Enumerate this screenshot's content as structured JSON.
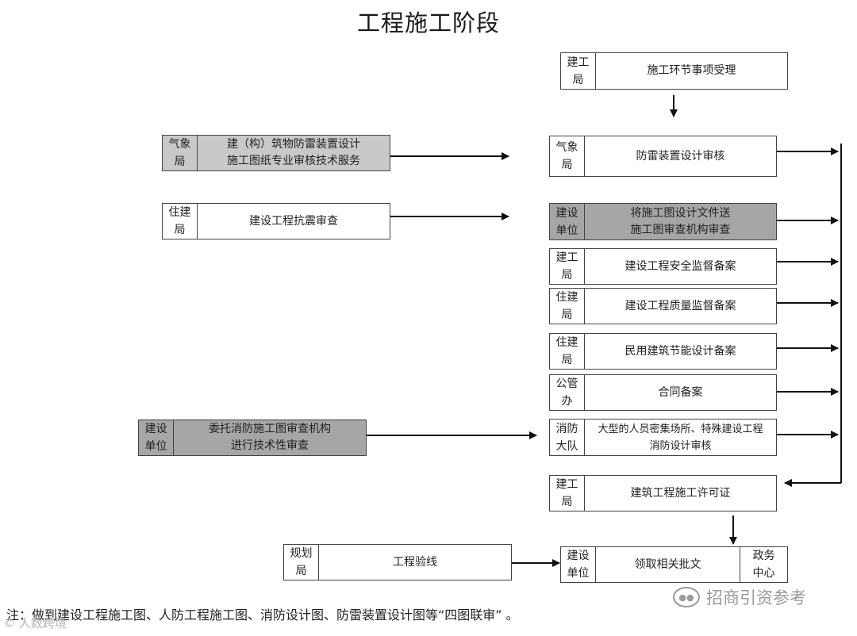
{
  "title": "工程施工阶段",
  "nodes": {
    "start": {
      "dept": [
        "建工",
        "局"
      ],
      "text": [
        "施工环节事项受理"
      ]
    },
    "lightning_service": {
      "dept": [
        "气象",
        "局"
      ],
      "text": [
        "建（构）筑物防雷装置设计",
        "施工图纸专业审核技术服务"
      ]
    },
    "lightning_review": {
      "dept": [
        "气象",
        "局"
      ],
      "text": [
        "防雷装置设计审核"
      ]
    },
    "seismic": {
      "dept": [
        "住建",
        "局"
      ],
      "text": [
        "建设工程抗震审查"
      ]
    },
    "drawing_review": {
      "dept": [
        "建设",
        "单位"
      ],
      "text": [
        "将施工图设计文件送",
        "施工图审查机构审查"
      ]
    },
    "safety": {
      "dept": [
        "建工",
        "局"
      ],
      "text": [
        "建设工程安全监督备案"
      ]
    },
    "quality": {
      "dept": [
        "住建",
        "局"
      ],
      "text": [
        "建设工程质量监督备案"
      ]
    },
    "energy": {
      "dept": [
        "住建",
        "局"
      ],
      "text": [
        "民用建筑节能设计备案"
      ]
    },
    "contract": {
      "dept": [
        "公管",
        "办"
      ],
      "text": [
        "合同备案"
      ]
    },
    "fire_entrust": {
      "dept": [
        "建设",
        "单位"
      ],
      "text": [
        "委托消防施工图审查机构",
        "进行技术性审查"
      ]
    },
    "fire_review": {
      "dept": [
        "消防",
        "大队"
      ],
      "text": [
        "大型的人员密集场所、特殊建设工程",
        "消防设计审核"
      ]
    },
    "permit": {
      "dept": [
        "建工",
        "局"
      ],
      "text": [
        "建筑工程施工许可证"
      ]
    },
    "survey": {
      "dept": [
        "规划",
        "局"
      ],
      "text": [
        "工程验线"
      ]
    },
    "collect": {
      "dept": [
        "建设",
        "单位"
      ],
      "text": [
        "领取相关批文"
      ],
      "tail": [
        "政务",
        "中心"
      ]
    }
  },
  "note": "注：做到建设工程施工图、人防工程施工图、消防设计图、防雷装置设计图等“四图联审”    。",
  "watermark_right": "招商引资参考",
  "watermark_left": "© 人数跨境",
  "colors": {
    "gray_fill": "#c9c9c9",
    "dark_fill": "#a6a6a6",
    "line": "#111111"
  }
}
